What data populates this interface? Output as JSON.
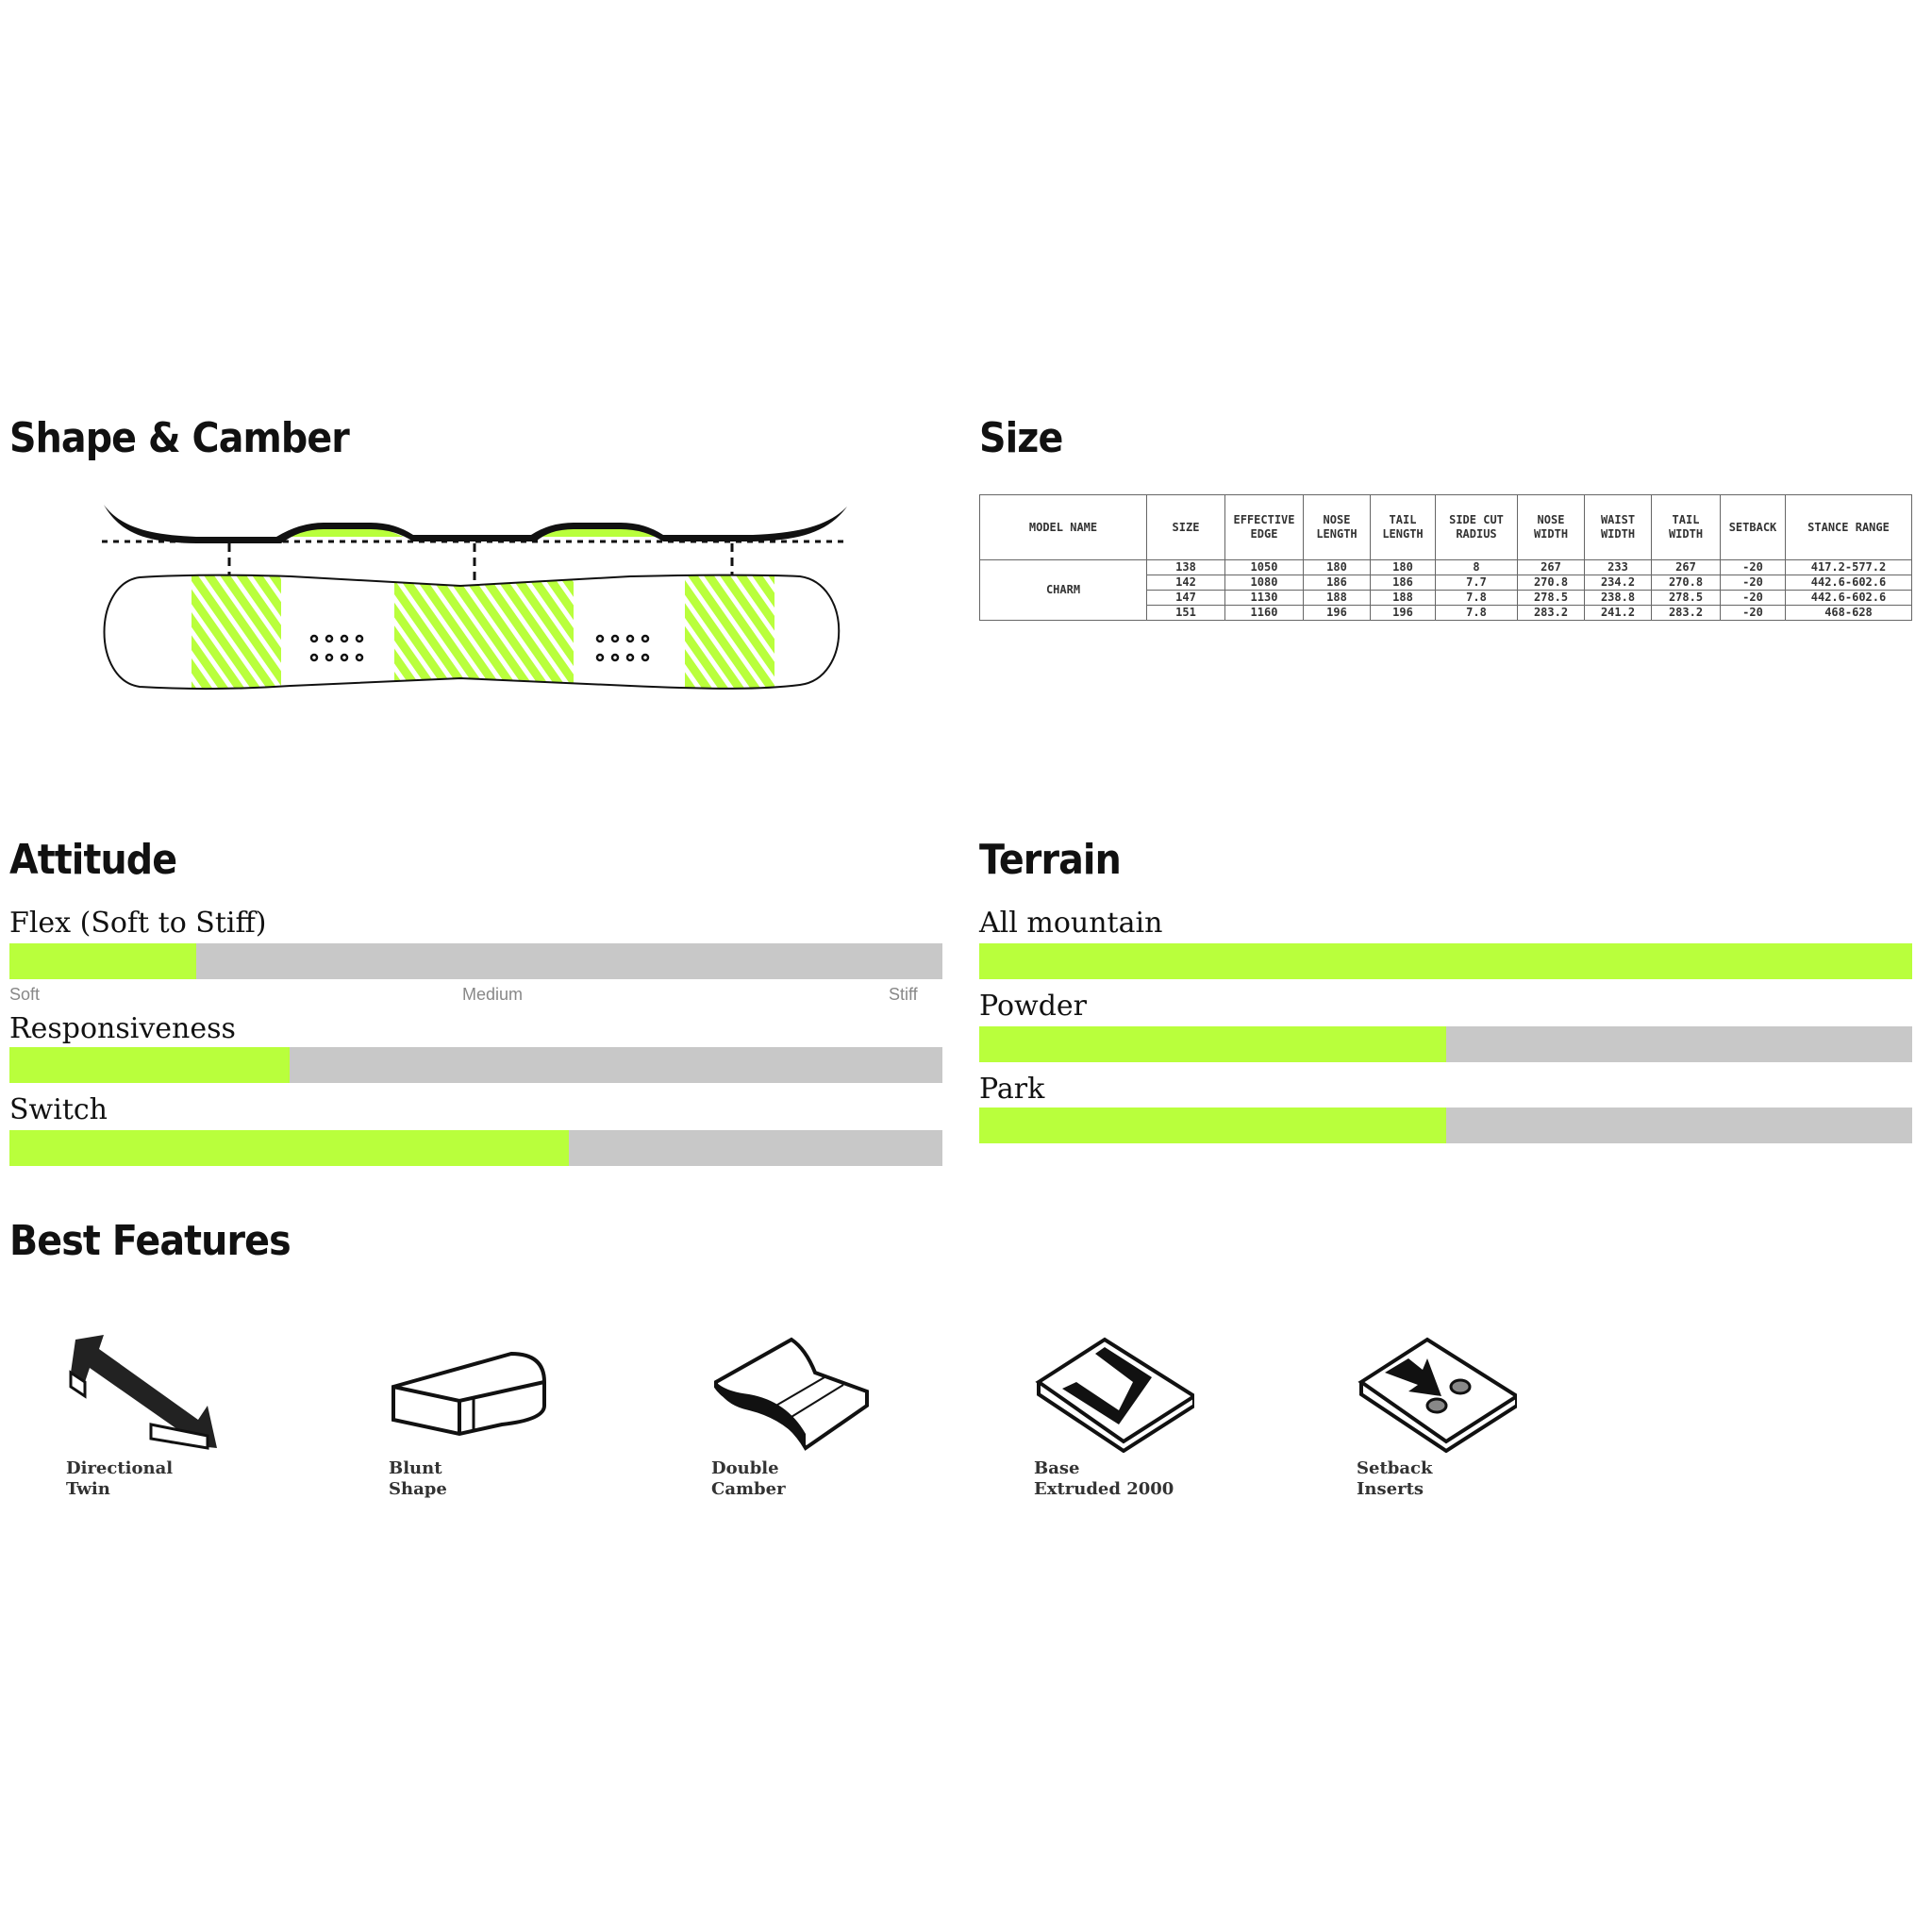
{
  "sections": {
    "shape": "Shape & Camber",
    "size": "Size",
    "attitude": "Attitude",
    "terrain": "Terrain",
    "features": "Best Features"
  },
  "colors": {
    "accent": "#b9ff3c",
    "track": "#c8c8c8"
  },
  "size_table": {
    "headers": [
      "MODEL NAME",
      "SIZE",
      "EFFECTIVE EDGE",
      "NOSE LENGTH",
      "TAIL LENGTH",
      "SIDE CUT RADIUS",
      "NOSE WIDTH",
      "WAIST WIDTH",
      "TAIL WIDTH",
      "SETBACK",
      "STANCE RANGE"
    ],
    "model": "CHARM",
    "rows": [
      [
        "138",
        "1050",
        "180",
        "180",
        "8",
        "267",
        "233",
        "267",
        "-20",
        "417.2-577.2"
      ],
      [
        "142",
        "1080",
        "186",
        "186",
        "7.7",
        "270.8",
        "234.2",
        "270.8",
        "-20",
        "442.6-602.6"
      ],
      [
        "147",
        "1130",
        "188",
        "188",
        "7.8",
        "278.5",
        "238.8",
        "278.5",
        "-20",
        "442.6-602.6"
      ],
      [
        "151",
        "1160",
        "196",
        "196",
        "7.8",
        "283.2",
        "241.2",
        "283.2",
        "-20",
        "468-628"
      ]
    ]
  },
  "attitude": {
    "flex": {
      "label": "Flex (Soft to Stiff)",
      "value": 0.2
    },
    "scale": {
      "soft": "Soft",
      "medium": "Medium",
      "stiff": "Stiff"
    },
    "responsiveness": {
      "label": "Responsiveness",
      "value": 0.3
    },
    "switch": {
      "label": "Switch",
      "value": 0.6
    }
  },
  "terrain": {
    "all_mountain": {
      "label": "All mountain",
      "value": 1.0
    },
    "powder": {
      "label": "Powder",
      "value": 0.5
    },
    "park": {
      "label": "Park",
      "value": 0.5
    }
  },
  "features": [
    {
      "label": "Directional\nTwin",
      "icon": "directional-twin-icon"
    },
    {
      "label": "Blunt\nShape",
      "icon": "blunt-shape-icon"
    },
    {
      "label": "Double\nCamber",
      "icon": "double-camber-icon"
    },
    {
      "label": "Base\nExtruded 2000",
      "icon": "base-extruded-icon"
    },
    {
      "label": "Setback\nInserts",
      "icon": "setback-inserts-icon"
    }
  ]
}
